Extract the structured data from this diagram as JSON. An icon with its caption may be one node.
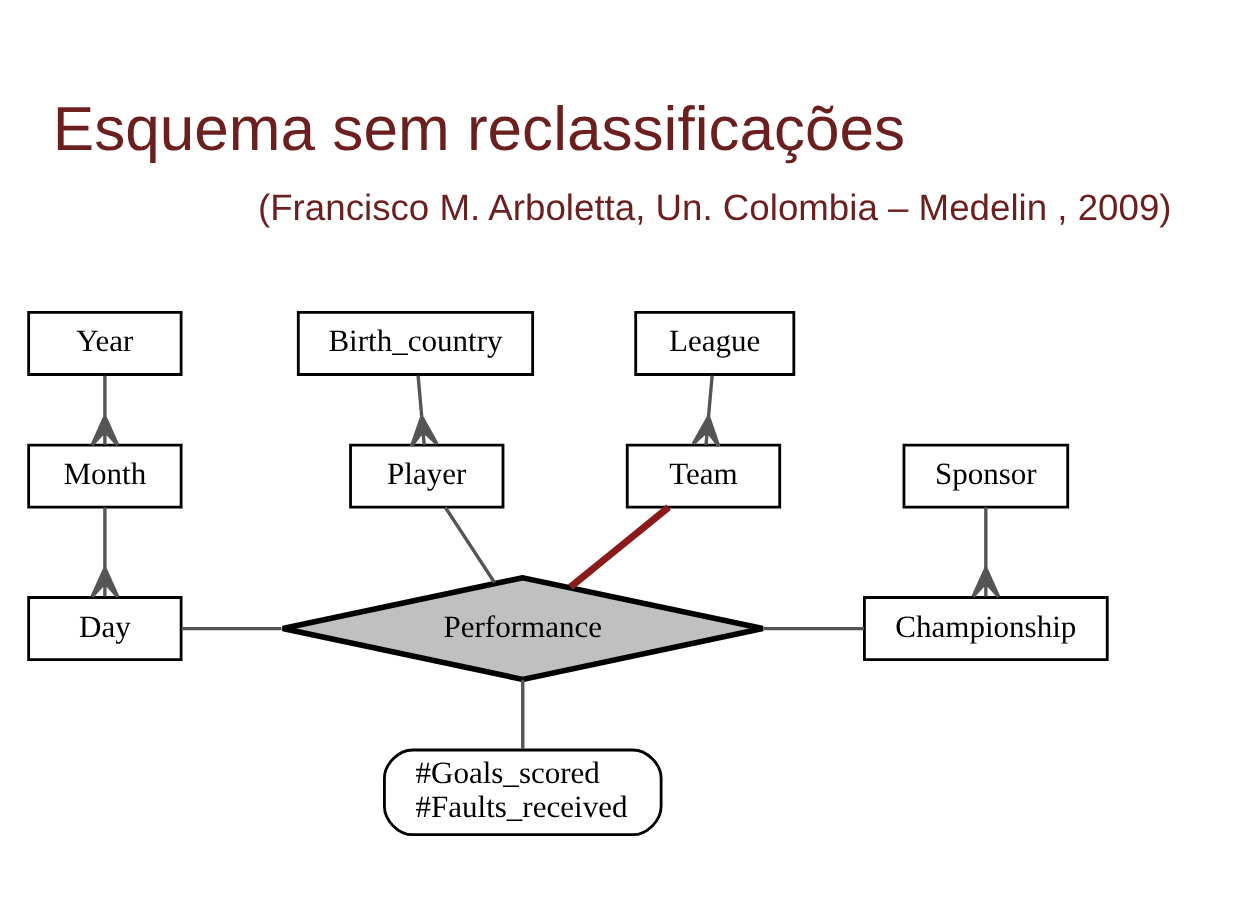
{
  "diagram": {
    "title": "Esquema sem reclassificações",
    "nodes": [
      {
        "text": [
          "League"
        ]
      },
      {
        "text": [
          "Team"
        ]
      },
      {
        "text": [
          "Year"
        ]
      },
      {
        "text": [
          "Birth_country"
        ]
      },
      {
        "text": [
          "Player"
        ]
      },
      {
        "text": [
          "Month"
        ]
      },
      {
        "text": [
          "Sponsor"
        ]
      },
      {
        "text": [
          "Day"
        ]
      },
      {
        "text": [
          "Performance"
        ]
      },
      {
        "text": [
          "Championship"
        ]
      },
      {
        "text": [
          "#Goals_scored",
          "#Faults_received"
        ]
      }
    ],
    "edges": [
      {
        "from": 0,
        "to": 1,
        "arrow": "other"
      },
      {
        "from": 2,
        "to": 5,
        "arrow": "other"
      },
      {
        "from": 5,
        "to": 7,
        "arrow": "other"
      },
      {
        "from": 3,
        "to": 4,
        "arrow": "other"
      },
      {
        "from": 6,
        "to": 9,
        "arrow": "other"
      },
      {
        "from": 1,
        "to": 8,
        "arrow": "none",
        "style": "thick",
        "color": "#8b1a1a"
      },
      {
        "from": 4,
        "to": 8,
        "arrow": "none"
      },
      {
        "from": 7,
        "to": 8,
        "arrow": "none"
      },
      {
        "from": 8,
        "to": 9,
        "arrow": "none"
      },
      {
        "from": 8,
        "to": 10,
        "arrow": "none"
      }
    ],
    "labels": [
      "(Francisco M. Arboletta, Un. Colombia – Medelin , 2009)"
    ]
  }
}
